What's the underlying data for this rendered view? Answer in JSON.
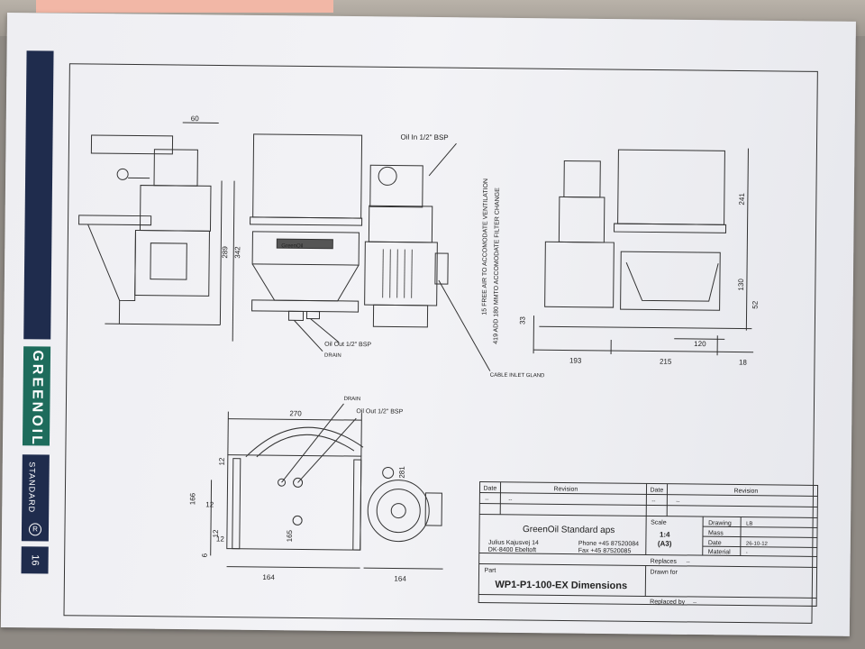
{
  "brand": {
    "company": "GREENOIL",
    "standard": "STANDARD",
    "registered": "R",
    "page_number": "16"
  },
  "labels": {
    "oil_in": "Oil In 1/2\" BSP",
    "oil_out": "Oil Out 1/2\" BSP",
    "drain": "DRAIN",
    "cable_inlet": "CABLE INLET GLAND",
    "vent_note": "15 FREE AIR TO ACCOMODATE VENTILATION",
    "filter_note": "419 ADD 180 MMTO ACCOMODATE FILTER CHANGE",
    "pump_badge": "GreenOil"
  },
  "dimensions": {
    "d60": "60",
    "d289": "289",
    "d342": "342",
    "d241": "241",
    "d130": "130",
    "d52": "52",
    "d33": "33",
    "d193": "193",
    "d215": "215",
    "d120": "120",
    "d18": "18",
    "d270": "270",
    "d281": "281",
    "d166": "166",
    "d12a": "12",
    "d12b": "12",
    "d12c": "12",
    "d12d": "12",
    "d165": "165",
    "d6": "6",
    "d164a": "164",
    "d164b": "164"
  },
  "title_block": {
    "date_header": "Date",
    "revision_header": "Revision",
    "date_header2": "Date",
    "revision_header2": "Revision",
    "dash1": "--",
    "dash2": "--",
    "dash3": "--",
    "dash4": "--",
    "company": "GreenOil Standard aps",
    "address1": "Julius Kajusvej 14",
    "address2": "DK-8400 Ebeltoft",
    "phone": "Phone +45 87520084",
    "fax": "Fax +45 87520085",
    "scale_label": "Scale",
    "scale_value": "1:4",
    "sheet_size": "(A3)",
    "drawing_label": "Drawing",
    "drawing_value": "LB",
    "mass_label": "Mass",
    "date_label": "Date",
    "date_value": "26-10-12",
    "material_label": "Material",
    "material_value": "-",
    "replaces_label": "Replaces",
    "replaces_value": "--",
    "drawn_for_label": "Drawn for",
    "part_label": "Part",
    "part_value": "WP1-P1-100-EX Dimensions",
    "replaced_by_label": "Replaced by",
    "replaced_by_value": "--"
  },
  "colors": {
    "navy": "#1f2c4d",
    "green": "#1e6c5c",
    "paper": "#f0f0f4",
    "ink": "#222222"
  }
}
